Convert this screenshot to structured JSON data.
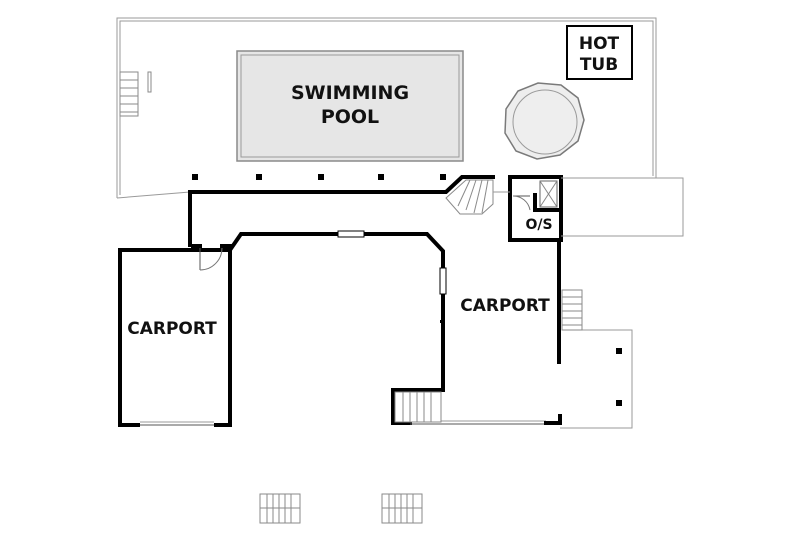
{
  "labels": {
    "pool_line1": "SWIMMING",
    "pool_line2": "POOL",
    "hottub_line1": "HOT",
    "hottub_line2": "TUB",
    "storage": "O/S",
    "carport_left": "CARPORT",
    "carport_right": "CARPORT"
  },
  "colors": {
    "wall": "#000000",
    "outline": "#9a9a9a",
    "pool_fill": "#e6e6e6",
    "tub_fill": "#eeeeee"
  },
  "icons": {
    "stairs": "stairs-icon",
    "door": "door-swing-icon",
    "hot_tub": "hot-tub-icon",
    "post": "post-icon"
  }
}
